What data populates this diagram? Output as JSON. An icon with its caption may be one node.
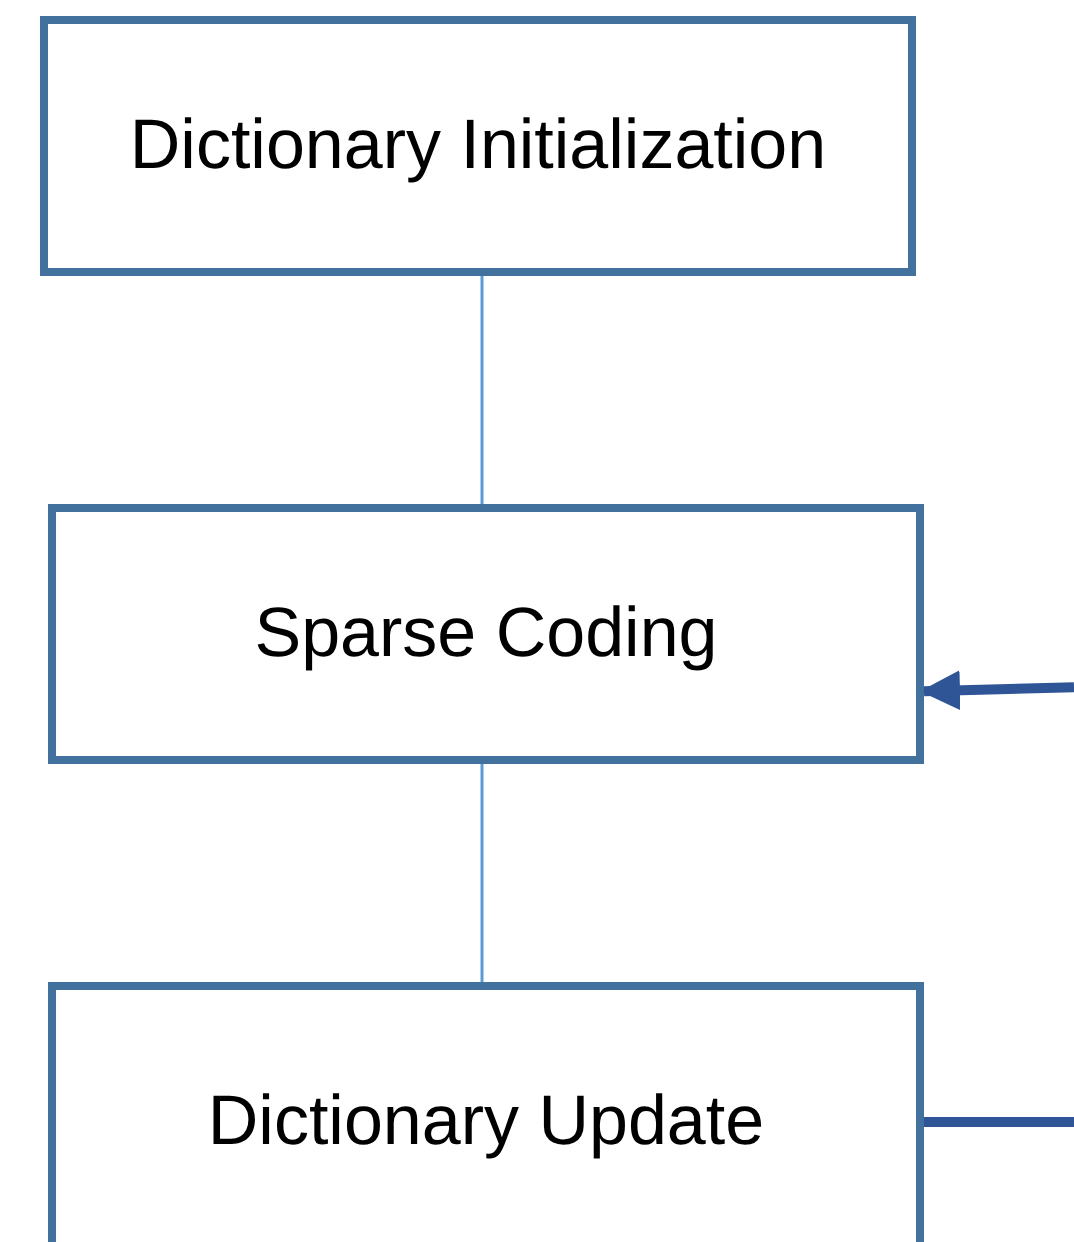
{
  "diagram": {
    "nodes": [
      {
        "text": [
          "Dictionary Initialization"
        ]
      },
      {
        "text": [
          "Sparse Coding"
        ]
      },
      {
        "text": [
          "Dictionary Update"
        ]
      }
    ],
    "edges": [
      {
        "from": 0,
        "to": 1,
        "arrow": "none",
        "color": "#5b9bd5"
      },
      {
        "from": 1,
        "to": 2,
        "arrow": "none",
        "color": "#5b9bd5"
      },
      {
        "from": null,
        "to": 1,
        "arrow": "to",
        "style": "thick"
      },
      {
        "from": 2,
        "to": null,
        "arrow": "none",
        "style": "thick"
      }
    ]
  }
}
